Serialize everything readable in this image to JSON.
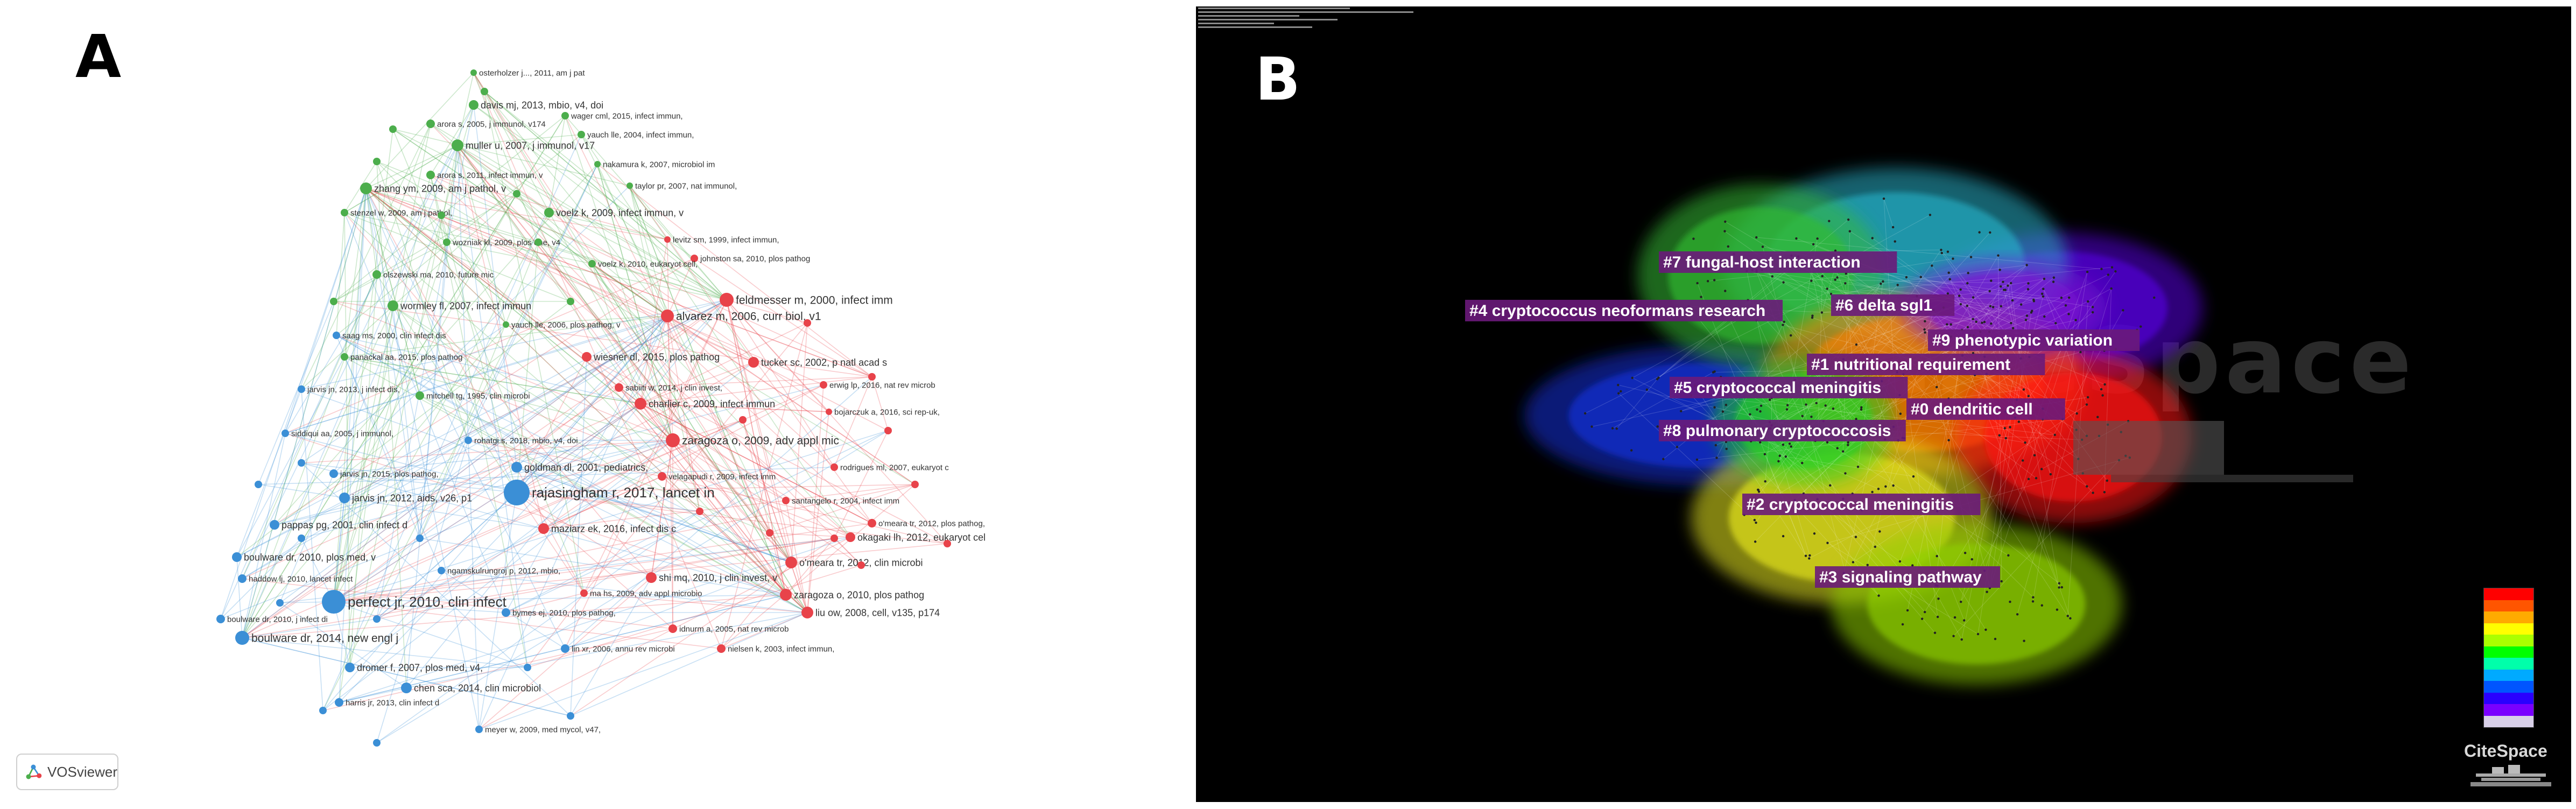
{
  "panel_a": {
    "letter": "A",
    "logo_text": "VOSviewer",
    "colors": {
      "green": "#4cae4c",
      "red": "#e8434a",
      "blue": "#3b8fd6"
    },
    "nodes": [
      {
        "label": "osterholzer j..., 2011, am j pat",
        "c": "green",
        "r": 6
      },
      {
        "label": "davis mj, 2013, mbio, v4, doi",
        "c": "green",
        "r": 9
      },
      {
        "label": "wager cml, 2015, infect immun,",
        "c": "green",
        "r": 7
      },
      {
        "label": "arora s, 2005, j immunol, v174",
        "c": "green",
        "r": 8
      },
      {
        "label": "yauch lle, 2004, infect immun,",
        "c": "green",
        "r": 7
      },
      {
        "label": "muller u, 2007, j immunol, v17",
        "c": "green",
        "r": 11
      },
      {
        "label": "nakamura k, 2007, microbiol im",
        "c": "green",
        "r": 6
      },
      {
        "label": "arora s, 2011, infect immun, v",
        "c": "green",
        "r": 8
      },
      {
        "label": "taylor pr, 2007, nat immunol,",
        "c": "green",
        "r": 6
      },
      {
        "label": "zhang ym, 2009, am j pathol, v",
        "c": "green",
        "r": 11
      },
      {
        "label": "stenzel w, 2009, am j pathol,",
        "c": "green",
        "r": 7
      },
      {
        "label": "voelz k, 2009, infect immun, v",
        "c": "green",
        "r": 9
      },
      {
        "label": "wozniak kl, 2009, plos one, v4",
        "c": "green",
        "r": 7
      },
      {
        "label": "levitz sm, 1999, infect immun,",
        "c": "red",
        "r": 6
      },
      {
        "label": "johnston sa, 2010, plos pathog",
        "c": "red",
        "r": 7
      },
      {
        "label": "voelz k, 2010, eukaryot cell,",
        "c": "green",
        "r": 7
      },
      {
        "label": "olszewski ma, 2010, future mic",
        "c": "green",
        "r": 8
      },
      {
        "label": "wormley fl, 2007, infect immun",
        "c": "green",
        "r": 10
      },
      {
        "label": "feldmesser m, 2000, infect imm",
        "c": "red",
        "r": 13
      },
      {
        "label": "alvarez m, 2006, curr biol, v1",
        "c": "red",
        "r": 12
      },
      {
        "label": "yauch lle, 2006, plos pathog, v",
        "c": "green",
        "r": 6
      },
      {
        "label": "saag ms, 2000, clin infect dis",
        "c": "blue",
        "r": 7
      },
      {
        "label": "panackal aa, 2015, plos pathog",
        "c": "green",
        "r": 7
      },
      {
        "label": "wiesner dl, 2015, plos pathog",
        "c": "red",
        "r": 9
      },
      {
        "label": "tucker sc, 2002, p natl acad s",
        "c": "red",
        "r": 10
      },
      {
        "label": "jarvis jn, 2013, j infect dis,",
        "c": "blue",
        "r": 7
      },
      {
        "label": "mitchell tg, 1995, clin microbi",
        "c": "green",
        "r": 8
      },
      {
        "label": "sabiiti w, 2014, j clin invest,",
        "c": "red",
        "r": 8
      },
      {
        "label": "charlier c, 2009, infect immun",
        "c": "red",
        "r": 11
      },
      {
        "label": "erwig lp, 2016, nat rev microb",
        "c": "red",
        "r": 7
      },
      {
        "label": "bojarczuk a, 2016, sci rep-uk,",
        "c": "red",
        "r": 6
      },
      {
        "label": "siddiqui aa, 2005, j immunol,",
        "c": "blue",
        "r": 7
      },
      {
        "label": "rohatgi s, 2018, mbio, v4, doi",
        "c": "blue",
        "r": 7
      },
      {
        "label": "zaragoza o, 2009, adv appl mic",
        "c": "red",
        "r": 13
      },
      {
        "label": "goldman dl, 2001, pediatrics,",
        "c": "blue",
        "r": 10
      },
      {
        "label": "rodrigues ml, 2007, eukaryot c",
        "c": "red",
        "r": 7
      },
      {
        "label": "jarvis jn, 2015, plos pathog,",
        "c": "blue",
        "r": 8
      },
      {
        "label": "rajasingham r, 2017, lancet in",
        "c": "blue",
        "r": 24
      },
      {
        "label": "velagapudi r, 2009, infect imm",
        "c": "red",
        "r": 8
      },
      {
        "label": "santangelo r, 2004, infect imm",
        "c": "red",
        "r": 7
      },
      {
        "label": "jarvis jn, 2012, aids, v26, p1",
        "c": "blue",
        "r": 10
      },
      {
        "label": "pappas pg, 2001, clin infect d",
        "c": "blue",
        "r": 9
      },
      {
        "label": "maziarz ek, 2016, infect dis c",
        "c": "red",
        "r": 10
      },
      {
        "label": "okagaki lh, 2012, eukaryot cel",
        "c": "red",
        "r": 9
      },
      {
        "label": "o'meara tr, 2012, plos pathog,",
        "c": "red",
        "r": 8
      },
      {
        "label": "boulware dr, 2010, plos med, v",
        "c": "blue",
        "r": 9
      },
      {
        "label": "ngamskulrungroj p, 2012, mbio,",
        "c": "blue",
        "r": 7
      },
      {
        "label": "o'meara tr, 2012, clin microbi",
        "c": "red",
        "r": 11
      },
      {
        "label": "haddow lj, 2010, lancet infect",
        "c": "blue",
        "r": 8
      },
      {
        "label": "shi mq, 2010, j clin invest, v",
        "c": "red",
        "r": 10
      },
      {
        "label": "ma hs, 2009, adv appl microbio",
        "c": "red",
        "r": 7
      },
      {
        "label": "zaragoza o, 2010, plos pathog",
        "c": "red",
        "r": 11
      },
      {
        "label": "perfect jr, 2010, clin infect",
        "c": "blue",
        "r": 22
      },
      {
        "label": "bymes ej, 2010, plos pathog,",
        "c": "blue",
        "r": 8
      },
      {
        "label": "liu ow, 2008, cell, v135, p174",
        "c": "red",
        "r": 11
      },
      {
        "label": "boulware dr, 2010, j infect di",
        "c": "blue",
        "r": 8
      },
      {
        "label": "boulware dr, 2014, new engl j",
        "c": "blue",
        "r": 13
      },
      {
        "label": "idnurm a, 2005, nat rev microb",
        "c": "red",
        "r": 8
      },
      {
        "label": "lin xr, 2006, annu rev microbi",
        "c": "blue",
        "r": 8
      },
      {
        "label": "nielsen k, 2003, infect immun,",
        "c": "red",
        "r": 8
      },
      {
        "label": "dromer f, 2007, plos med, v4,",
        "c": "blue",
        "r": 9
      },
      {
        "label": "chen sca, 2014, clin microbiol",
        "c": "blue",
        "r": 10
      },
      {
        "label": "harris jr, 2013, clin infect d",
        "c": "blue",
        "r": 8
      },
      {
        "label": "meyer w, 2009, med mycol, v47,",
        "c": "blue",
        "r": 7
      }
    ]
  },
  "panel_b": {
    "letter": "B",
    "watermark": "CiteSpace",
    "logo_text": "CiteSpace",
    "legend_colors": [
      "#ff0000",
      "#ff5500",
      "#ffaa00",
      "#ffff00",
      "#aaff00",
      "#00ff00",
      "#00ffaa",
      "#00aaff",
      "#0055ff",
      "#2a00ff",
      "#7a00ff",
      "#d8d0e8"
    ],
    "clusters": [
      {
        "label": "#7 fungal-host interaction",
        "color": "#22aa44"
      },
      {
        "label": "#6 delta sgl1",
        "color": "#00c8e0"
      },
      {
        "label": "#4 cryptococcus neoformans research",
        "color": "#44cc22"
      },
      {
        "label": "#9 phenotypic variation",
        "color": "#7a00ff"
      },
      {
        "label": "#1 nutritional requirement",
        "color": "#ff8800"
      },
      {
        "label": "#5 cryptococcal meningitis",
        "color": "#33dd33"
      },
      {
        "label": "#0 dendritic cell",
        "color": "#ff1a1a"
      },
      {
        "label": "#8 pulmonary cryptococcosis",
        "color": "#2233dd"
      },
      {
        "label": "#2 cryptococcal meningitis",
        "color": "#eeee00"
      },
      {
        "label": "#3 signaling pathway",
        "color": "#aadd00"
      }
    ]
  }
}
